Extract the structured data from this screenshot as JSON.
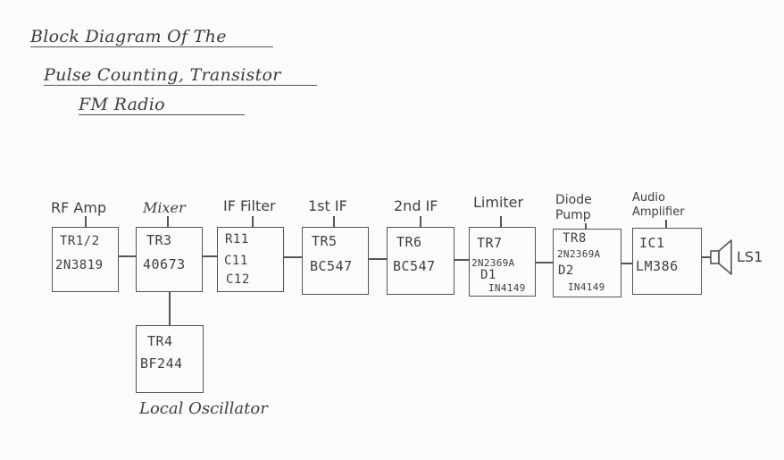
{
  "title": {
    "line1": "Block Diagram Of The",
    "line2": "Pulse Counting, Transistor",
    "line3": "FM Radio"
  },
  "stages": [
    {
      "label": "RF Amp",
      "components": [
        "TR1/2",
        "2N3819"
      ]
    },
    {
      "label": "Mixer",
      "components": [
        "TR3",
        "40673"
      ]
    },
    {
      "label": "IF Filter",
      "components": [
        "R11",
        "C11",
        "C12"
      ]
    },
    {
      "label": "1st IF",
      "components": [
        "TR5",
        "BC547"
      ]
    },
    {
      "label": "2nd IF",
      "components": [
        "TR6",
        "BC547"
      ]
    },
    {
      "label": "Limiter",
      "components": [
        "TR7",
        "2N2369A",
        "D1",
        "IN4149"
      ]
    },
    {
      "label": "Diode Pump",
      "components": [
        "TR8",
        "2N2369A",
        "D2",
        "IN4149"
      ]
    },
    {
      "label": "Audio Amplifier",
      "components": [
        "IC1",
        "LM386"
      ]
    }
  ],
  "oscillator": {
    "label": "Local Oscillator",
    "components": [
      "TR4",
      "BF244"
    ]
  },
  "speaker": {
    "label": "LS1",
    "icon": "speaker-icon"
  }
}
